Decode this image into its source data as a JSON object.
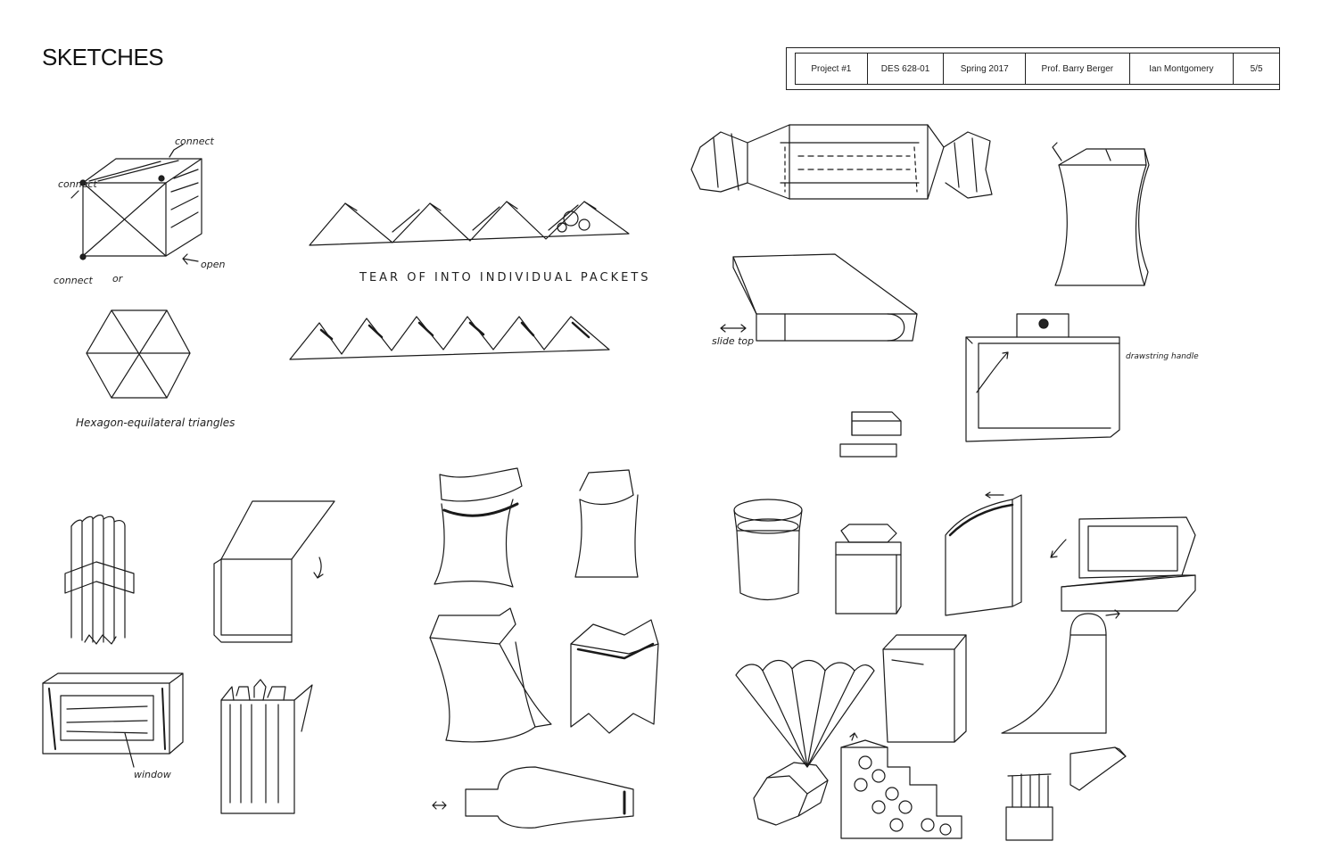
{
  "page": {
    "title": "SKETCHES"
  },
  "title_block": {
    "project": "Project #1",
    "course": "DES 628-01",
    "term": "Spring 2017",
    "professor": "Prof. Barry Berger",
    "author": "Ian Montgomery",
    "page": "5/5"
  },
  "annotations": {
    "connect_top": "connect",
    "connect_left": "connect",
    "connect_bottom": "connect",
    "or": "or",
    "open": "open",
    "tear_off": "TEAR OF INTO INDIVIDUAL PACKETS",
    "hexagon": "Hexagon-equilateral triangles",
    "slide_top": "slide top",
    "drawstring": "drawstring handle",
    "window": "window"
  }
}
